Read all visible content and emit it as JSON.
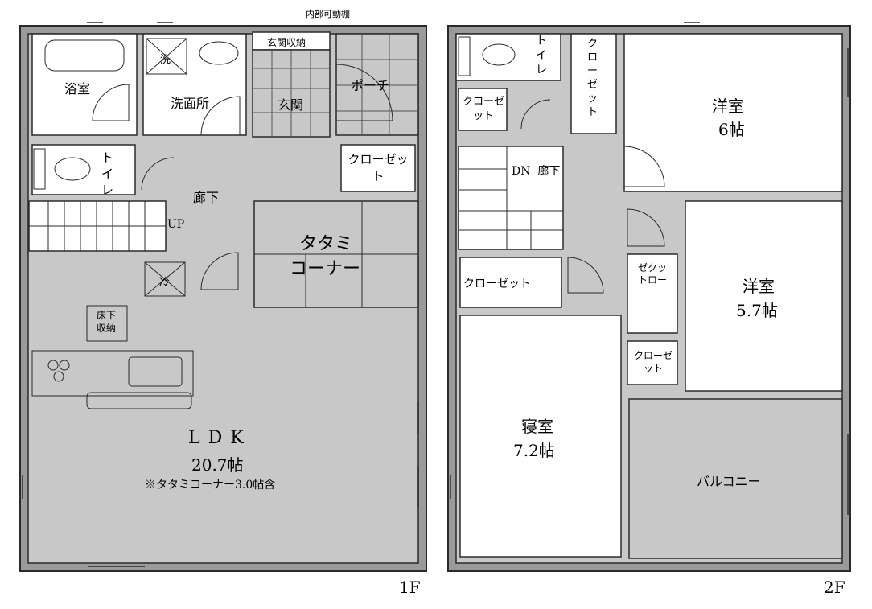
{
  "floor1": {
    "label": "1F",
    "rooms": {
      "bath": "浴室",
      "washroom": "洗面所",
      "washer_mark": "洗",
      "shoe_storage": "玄関収納",
      "shelf_note": "内部可動棚",
      "entrance": "玄関",
      "porch": "ポーチ",
      "toilet": "トイレ",
      "hallway": "廊下",
      "closet": "クローゼット",
      "up": "UP",
      "tatami_1": "タタミ",
      "tatami_2": "コーナー",
      "fridge_mark": "冷",
      "underfloor_1": "床下",
      "underfloor_2": "収納",
      "ldk": "LDK",
      "ldk_size": "20.7帖",
      "ldk_note": "※タタミコーナー3.0帖含"
    }
  },
  "floor2": {
    "label": "2F",
    "rooms": {
      "toilet": "トイレ",
      "closet_small": "クローゼット",
      "closet_tall": "クローゼット",
      "western1": "洋室",
      "western1_size": "6帖",
      "dn_hall": "DN  廊下",
      "closet_wide": "クローゼット",
      "closet_vert": "ゼクットロー",
      "western2": "洋室",
      "western2_size": "5.7帖",
      "closet_mini": "クローゼット",
      "bedroom": "寝室",
      "bedroom_size": "7.2帖",
      "balcony": "バルコニー"
    }
  }
}
